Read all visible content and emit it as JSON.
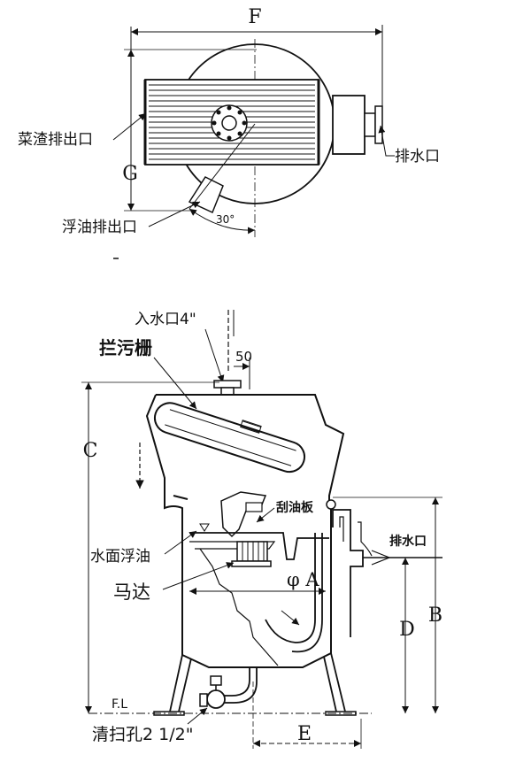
{
  "top_view": {
    "dim_F": "F",
    "dim_G": "G",
    "angle": "30°",
    "label_residue_outlet": "菜渣排出口",
    "label_drain": "排水口",
    "label_oil_outlet": "浮油排出口"
  },
  "side_view": {
    "label_inlet": "入水口4\"",
    "label_dim_50": "50",
    "label_screen": "拦污栅",
    "dim_C": "C",
    "label_scraper": "刮油板",
    "label_drain": "排水口",
    "label_surface_oil": "水面浮油",
    "label_diameter": "φ A",
    "label_motor": "马达",
    "dim_D": "D",
    "dim_B": "B",
    "label_floor": "F.L",
    "label_cleanout": "清扫孔2 1/2\"",
    "dim_E": "E"
  }
}
